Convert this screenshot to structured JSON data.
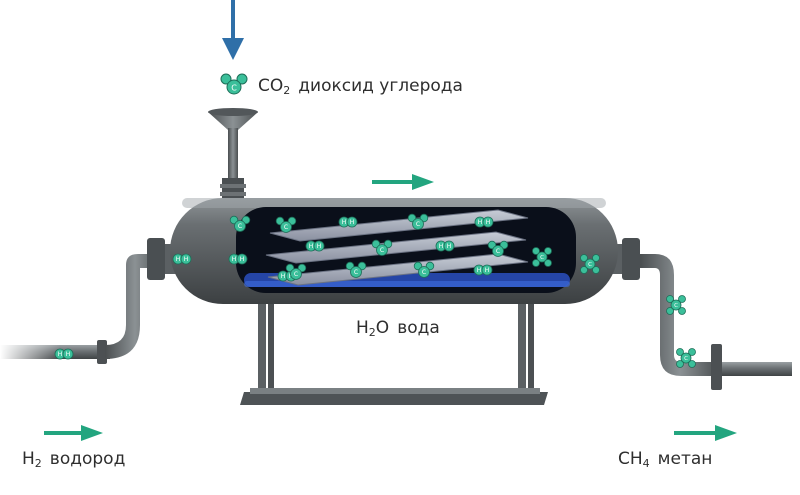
{
  "labels": {
    "co2": {
      "formula": "CO",
      "sub": "2",
      "name": "диоксид углерода"
    },
    "h2o": {
      "formula1": "H",
      "sub": "2",
      "formula2": "O",
      "name": "вода"
    },
    "h2": {
      "formula": "H",
      "sub": "2",
      "name": "водород"
    },
    "ch4": {
      "formula": "CH",
      "sub": "4",
      "name": "метан"
    }
  },
  "molecule_letters": {
    "carbon": "C",
    "hydrogen": "H"
  },
  "colors": {
    "input_arrow_blue": "#2f6fa8",
    "flow_arrow_green": "#23a57f",
    "vessel_gray": "#5e6264",
    "interior_dark": "#0a0f1a",
    "glow_blue": "#2a4fc0",
    "molecule_fill": "#3bbf9a"
  }
}
